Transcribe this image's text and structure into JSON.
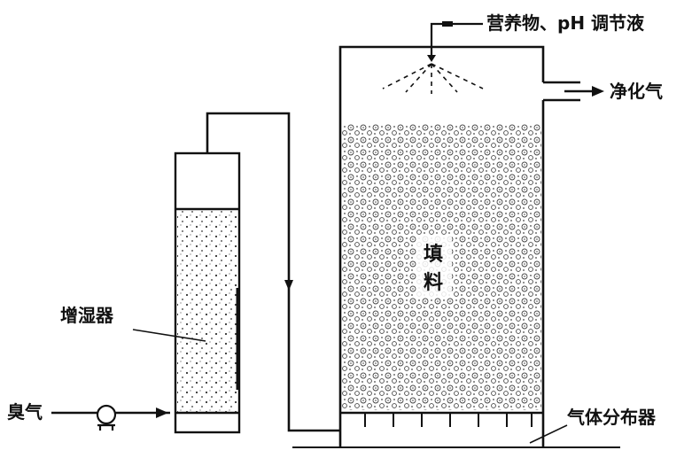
{
  "labels": {
    "nutrient": "营养物、pH 调节液",
    "purified_gas": "净化气",
    "packing_char1": "填",
    "packing_char2": "料",
    "humidifier": "增湿器",
    "odor_gas": "臭气",
    "gas_distributor": "气体分布器"
  }
}
